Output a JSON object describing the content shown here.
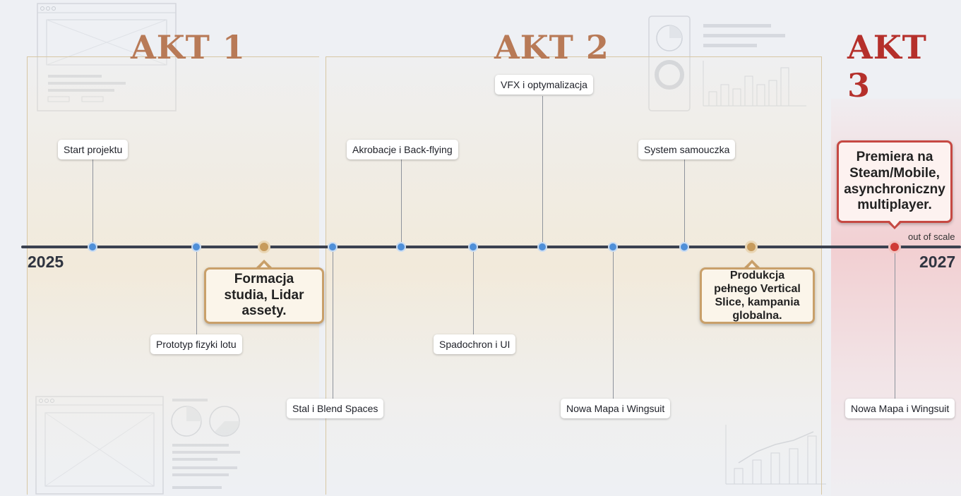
{
  "acts": [
    {
      "title": "AKT 1"
    },
    {
      "title": "AKT 2"
    },
    {
      "title": "AKT 3"
    }
  ],
  "timeline": {
    "start_year": "2025",
    "end_year": "2027",
    "scale_note": "out of scale"
  },
  "milestones": [
    {
      "label": "Start projektu"
    },
    {
      "label": "Prototyp fizyki lotu"
    },
    {
      "label": "Stal i Blend Spaces"
    },
    {
      "label": "Akrobacje i Back-flying"
    },
    {
      "label": "Spadochron i UI"
    },
    {
      "label": "VFX i optymalizacja"
    },
    {
      "label": "Nowa Mapa i Wingsuit"
    },
    {
      "label": "System samouczka"
    },
    {
      "label": "Nowa Mapa i Wingsuit"
    }
  ],
  "highlights": [
    {
      "text": "Formacja studia, Lidar assety."
    },
    {
      "text": "Produkcja pełnego Vertical Slice, kampania globalna."
    },
    {
      "text": "Premiera na Steam/Mobile, asynchroniczny multiplayer."
    }
  ],
  "colors": {
    "axis": "#3b4150",
    "milestone_dot": "#4f8fd8",
    "highlight_gold": "#c9a06a",
    "highlight_red": "#c64943",
    "act_title": "#b87a57",
    "act3_title": "#b5302b"
  }
}
